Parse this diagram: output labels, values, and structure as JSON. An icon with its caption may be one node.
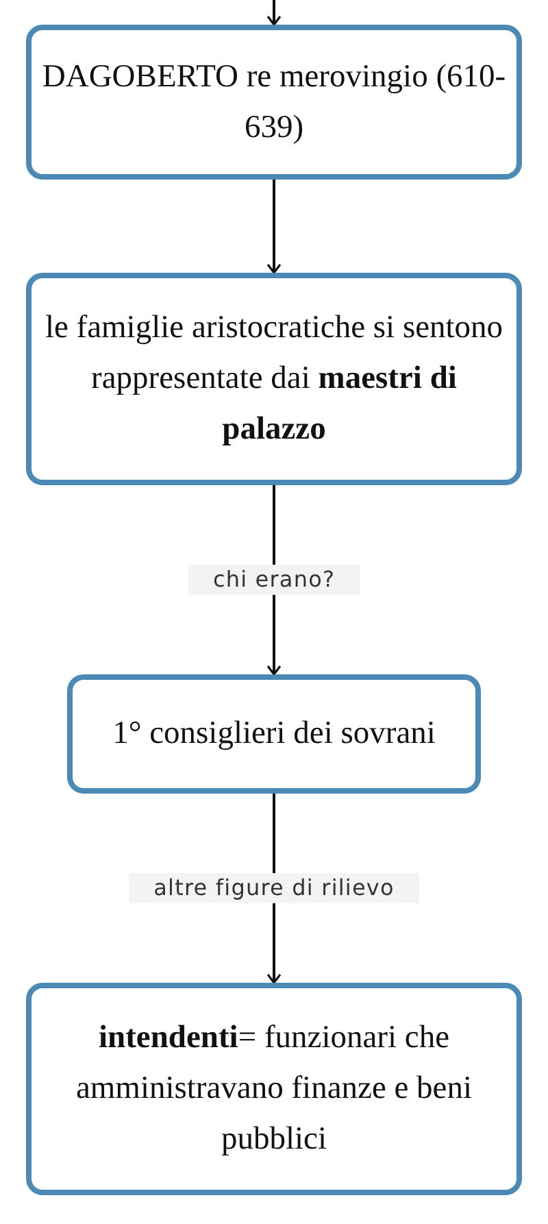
{
  "diagram": {
    "nodes": [
      {
        "text": [
          "DAGOBERTO re merovingio (610-639)"
        ]
      },
      {
        "text": [
          "le famiglie aristocratiche si sentono rappresentate dai **maestri di palazzo**"
        ]
      },
      {
        "text": [
          "1° consiglieri dei sovrani"
        ]
      },
      {
        "text": [
          "**intendenti**= funzionari che amministravano finanze e beni pubblici"
        ]
      }
    ],
    "edges": [
      {
        "from": null,
        "to": 0,
        "arrow": "to"
      },
      {
        "from": 0,
        "to": 1,
        "arrow": "to"
      },
      {
        "from": 1,
        "to": 2,
        "arrow": "to",
        "label": "chi erano?"
      },
      {
        "from": 2,
        "to": 3,
        "arrow": "to",
        "label": "altre figure di rilievo"
      }
    ]
  }
}
